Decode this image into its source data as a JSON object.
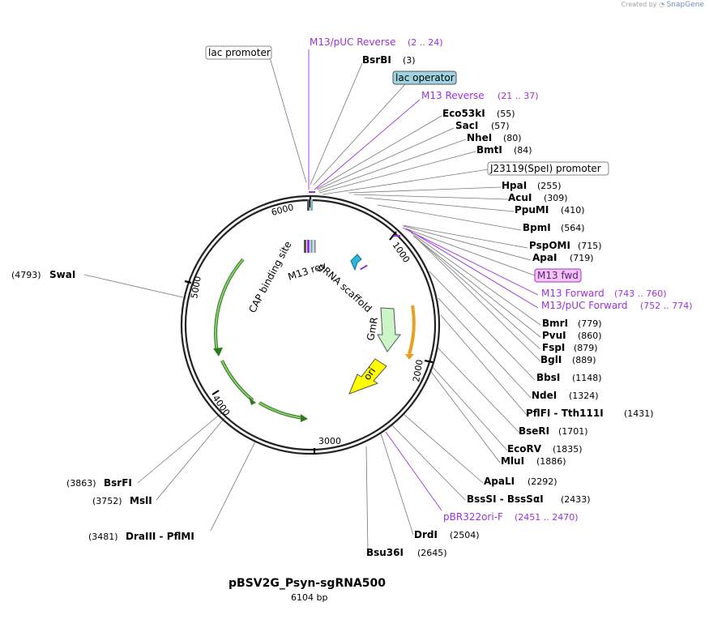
{
  "header": {
    "created_by": "Created by",
    "brand": "SnapGene"
  },
  "plasmid": {
    "name": "pBSV2G_Psyn-sgRNA500",
    "size": "6104 bp"
  },
  "colors": {
    "primer": "#9b30e0",
    "backbone": "#222222",
    "gmr": "#ccf5c7",
    "ori": "#ffff00",
    "sgrna": "#2bb7d9",
    "green_feature": "#4fa832",
    "orange_feature": "#e8a020",
    "lac_operator_box": "#9fd3e0",
    "m13fwd_box": "#f2c4f7"
  },
  "labels": {
    "top": [
      {
        "name": "M13/pUC Reverse",
        "pos": "(2 .. 24)",
        "kind": "primer"
      },
      {
        "name": "BsrBI",
        "pos": "(3)",
        "kind": "site"
      },
      {
        "name": "lac operator",
        "pos": "",
        "kind": "boxed_blue"
      },
      {
        "name": "M13 Reverse",
        "pos": "(21 .. 37)",
        "kind": "primer"
      },
      {
        "name": "Eco53kI",
        "pos": "(55)",
        "kind": "site"
      },
      {
        "name": "SacI",
        "pos": "(57)",
        "kind": "site"
      },
      {
        "name": "NheI",
        "pos": "(80)",
        "kind": "site"
      },
      {
        "name": "BmtI",
        "pos": "(84)",
        "kind": "site"
      },
      {
        "name": "J23119(SpeI) promoter",
        "pos": "",
        "kind": "boxed"
      },
      {
        "name": "HpaI",
        "pos": "(255)",
        "kind": "site"
      },
      {
        "name": "AcuI",
        "pos": "(309)",
        "kind": "site"
      },
      {
        "name": "PpuMI",
        "pos": "(410)",
        "kind": "site"
      },
      {
        "name": "BpmI",
        "pos": "(564)",
        "kind": "site"
      },
      {
        "name": "PspOMI",
        "pos": "(715)",
        "kind": "site"
      },
      {
        "name": "ApaI",
        "pos": "(719)",
        "kind": "site"
      },
      {
        "name": "M13 fwd",
        "pos": "",
        "kind": "boxed_pink"
      },
      {
        "name": "M13 Forward",
        "pos": "(743 .. 760)",
        "kind": "primer"
      },
      {
        "name": "M13/pUC Forward",
        "pos": "(752 .. 774)",
        "kind": "primer"
      },
      {
        "name": "BmrI",
        "pos": "(779)",
        "kind": "site"
      },
      {
        "name": "PvuI",
        "pos": "(860)",
        "kind": "site"
      },
      {
        "name": "FspI",
        "pos": "(879)",
        "kind": "site"
      },
      {
        "name": "BglI",
        "pos": "(889)",
        "kind": "site"
      },
      {
        "name": "BbsI",
        "pos": "(1148)",
        "kind": "site"
      },
      {
        "name": "NdeI",
        "pos": "(1324)",
        "kind": "site"
      },
      {
        "name": "PflFI - Tth111I",
        "pos": "(1431)",
        "kind": "site"
      },
      {
        "name": "BseRI",
        "pos": "(1701)",
        "kind": "site"
      },
      {
        "name": "EcoRV",
        "pos": "(1835)",
        "kind": "site"
      },
      {
        "name": "MluI",
        "pos": "(1886)",
        "kind": "site"
      },
      {
        "name": "ApaLI",
        "pos": "(2292)",
        "kind": "site"
      },
      {
        "name": "BssSI - BssSαI",
        "pos": "(2433)",
        "kind": "site"
      },
      {
        "name": "pBR322ori-F",
        "pos": "(2451 .. 2470)",
        "kind": "primer"
      },
      {
        "name": "DrdI",
        "pos": "(2504)",
        "kind": "site"
      },
      {
        "name": "Bsu36I",
        "pos": "(2645)",
        "kind": "site"
      }
    ],
    "left": [
      {
        "name": "lac promoter",
        "pos": "",
        "kind": "boxed"
      },
      {
        "name": "SwaI",
        "pos": "(4793)",
        "kind": "site"
      },
      {
        "name": "BsrFI",
        "pos": "(3863)",
        "kind": "site"
      },
      {
        "name": "MslI",
        "pos": "(3752)",
        "kind": "site"
      },
      {
        "name": "DraIII - PflMI",
        "pos": "(3481)",
        "kind": "site"
      }
    ]
  },
  "inner": {
    "ticks": [
      "1000",
      "2000",
      "3000",
      "4000",
      "5000",
      "6000"
    ],
    "features": [
      "CAP binding site",
      "M13 rev",
      "gRNA scaffold",
      "GmR",
      "ori"
    ]
  }
}
